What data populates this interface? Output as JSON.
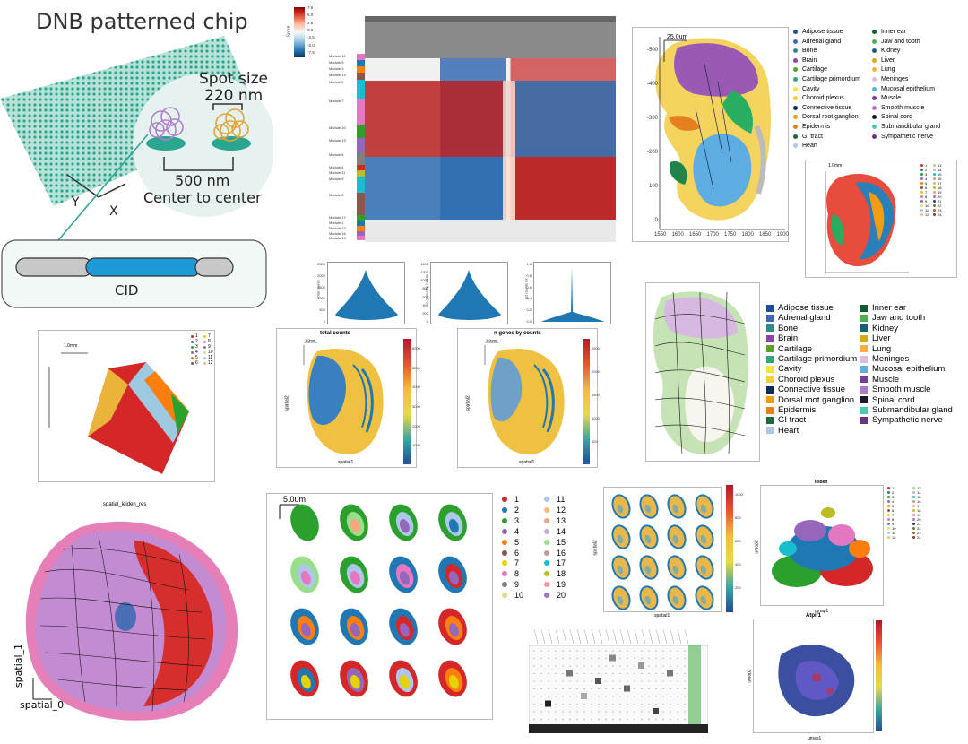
{
  "chip": {
    "title": "DNB patterned chip",
    "spot_label": "Spot size",
    "spot_value": "220 nm",
    "pitch_value": "500 nm",
    "pitch_label": "Center to center",
    "axis_y": "Y",
    "axis_x": "X",
    "cid_label": "CID"
  },
  "heatmap": {
    "colorbar_title": "Score",
    "colorbar_ticks": [
      "7.5",
      "5.0",
      "2.5",
      "0.0",
      "-2.5",
      "-5.0",
      "-7.5"
    ],
    "modules": [
      "Module 12",
      "Module 5",
      "Module 3",
      "Module 14",
      "Module 2",
      "Module 7",
      "Module 10",
      "Module 13",
      "Module 6",
      "Module 4",
      "Module 11",
      "Module 9",
      "Module 8",
      "Module 17",
      "Module 1",
      "Module 15",
      "Module 16",
      "Module 18"
    ]
  },
  "embryo": {
    "scale": "25.0um",
    "y_ticks": [
      "-500",
      "-400",
      "-300",
      "-200",
      "-100",
      "0"
    ],
    "x_ticks": [
      "1550",
      "1600",
      "1650",
      "1700",
      "1750",
      "1800",
      "1850",
      "1900"
    ]
  },
  "tissues": [
    {
      "name": "Adipose tissue",
      "color": "#1f4e9a"
    },
    {
      "name": "Adrenal gland",
      "color": "#3f66b3"
    },
    {
      "name": "Bone",
      "color": "#2e8b8b"
    },
    {
      "name": "Brain",
      "color": "#8e44ad"
    },
    {
      "name": "Cartilage",
      "color": "#5aa02c"
    },
    {
      "name": "Cartilage primordium",
      "color": "#2aa876"
    },
    {
      "name": "Cavity",
      "color": "#f0e442"
    },
    {
      "name": "Choroid plexus",
      "color": "#f4d03f"
    },
    {
      "name": "Connective tissue",
      "color": "#0d2b57"
    },
    {
      "name": "Dorsal root ganglion",
      "color": "#f39c12"
    },
    {
      "name": "Epidermis",
      "color": "#e67e22"
    },
    {
      "name": "GI tract",
      "color": "#1e6b3a"
    },
    {
      "name": "Heart",
      "color": "#aec7e8"
    },
    {
      "name": "Inner ear",
      "color": "#145a32"
    },
    {
      "name": "Jaw and tooth",
      "color": "#4caf50"
    },
    {
      "name": "Kidney",
      "color": "#1b5e78"
    },
    {
      "name": "Liver",
      "color": "#d4ac0d"
    },
    {
      "name": "Lung",
      "color": "#f5b041"
    },
    {
      "name": "Meninges",
      "color": "#d7bde2"
    },
    {
      "name": "Mucosal epithelium",
      "color": "#5dade2"
    },
    {
      "name": "Muscle",
      "color": "#7d3c98"
    },
    {
      "name": "Smooth muscle",
      "color": "#af7ac5"
    },
    {
      "name": "Spinal cord",
      "color": "#1a1a2e"
    },
    {
      "name": "Submandibular gland",
      "color": "#48c9b0"
    },
    {
      "name": "Sympathetic nerve",
      "color": "#6c3483"
    }
  ],
  "small_legend_left": [
    "1",
    "2",
    "3",
    "4",
    "5",
    "6",
    "7",
    "8",
    "9",
    "10",
    "11",
    "12"
  ],
  "violin": {
    "labels": [
      "total counts",
      "n genes by counts",
      "pct counts mt"
    ],
    "y1": [
      "2500",
      "2000",
      "1500",
      "1000",
      "500",
      "0"
    ],
    "y2": [
      "1400",
      "1200",
      "1000",
      "800",
      "600",
      "400",
      "200",
      "0"
    ],
    "y3": [
      "1.0",
      "0.8",
      "0.6",
      "0.4",
      "0.2",
      "0.0"
    ]
  },
  "spatial_counts": {
    "title": "total counts",
    "xlabel": "spatial1",
    "ylabel": "spatial2",
    "scale": "1.0mm",
    "cbar": [
      "6000",
      "5000",
      "4000",
      "3000",
      "2000",
      "1000"
    ]
  },
  "spatial_genes": {
    "title": "n genes by counts",
    "xlabel": "spatial1",
    "ylabel": "spatial2",
    "scale": "1.0mm",
    "cbar": [
      "2500",
      "2000",
      "1500",
      "1000",
      "500"
    ]
  },
  "small_scale": "1.0mm",
  "leiden_plot": {
    "title": "spatial_leiden_res",
    "axis_y": "spatial_1",
    "axis_x": "spatial_0"
  },
  "grid20": {
    "scale": "5.0um",
    "legend": [
      {
        "n": "1",
        "c": "#d62728"
      },
      {
        "n": "2",
        "c": "#1f77b4"
      },
      {
        "n": "3",
        "c": "#2ca02c"
      },
      {
        "n": "4",
        "c": "#9467bd"
      },
      {
        "n": "5",
        "c": "#ff7f0e"
      },
      {
        "n": "6",
        "c": "#8c564b"
      },
      {
        "n": "7",
        "c": "#e6d200"
      },
      {
        "n": "8",
        "c": "#e377c2"
      },
      {
        "n": "9",
        "c": "#7f7f7f"
      },
      {
        "n": "10",
        "c": "#dbdb8d"
      },
      {
        "n": "11",
        "c": "#aec7e8"
      },
      {
        "n": "12",
        "c": "#ffbb78"
      },
      {
        "n": "13",
        "c": "#f4a582"
      },
      {
        "n": "14",
        "c": "#c5b0d5"
      },
      {
        "n": "15",
        "c": "#98df8a"
      },
      {
        "n": "16",
        "c": "#c49c94"
      },
      {
        "n": "17",
        "c": "#17becf"
      },
      {
        "n": "18",
        "c": "#bcbd22"
      },
      {
        "n": "19",
        "c": "#ff9896"
      },
      {
        "n": "20",
        "c": "#9e77c8"
      }
    ]
  },
  "small_ovals": {
    "xlabel": "spatial1",
    "ylabel": "spatial2",
    "cbar": [
      "1000",
      "800",
      "600",
      "400",
      "200"
    ]
  },
  "umap_leiden": {
    "title": "leiden",
    "xlabel": "umap1",
    "ylabel": "umap2"
  },
  "umap_gene": {
    "title": "Atpif1",
    "xlabel": "umap1",
    "ylabel": "umap2"
  }
}
